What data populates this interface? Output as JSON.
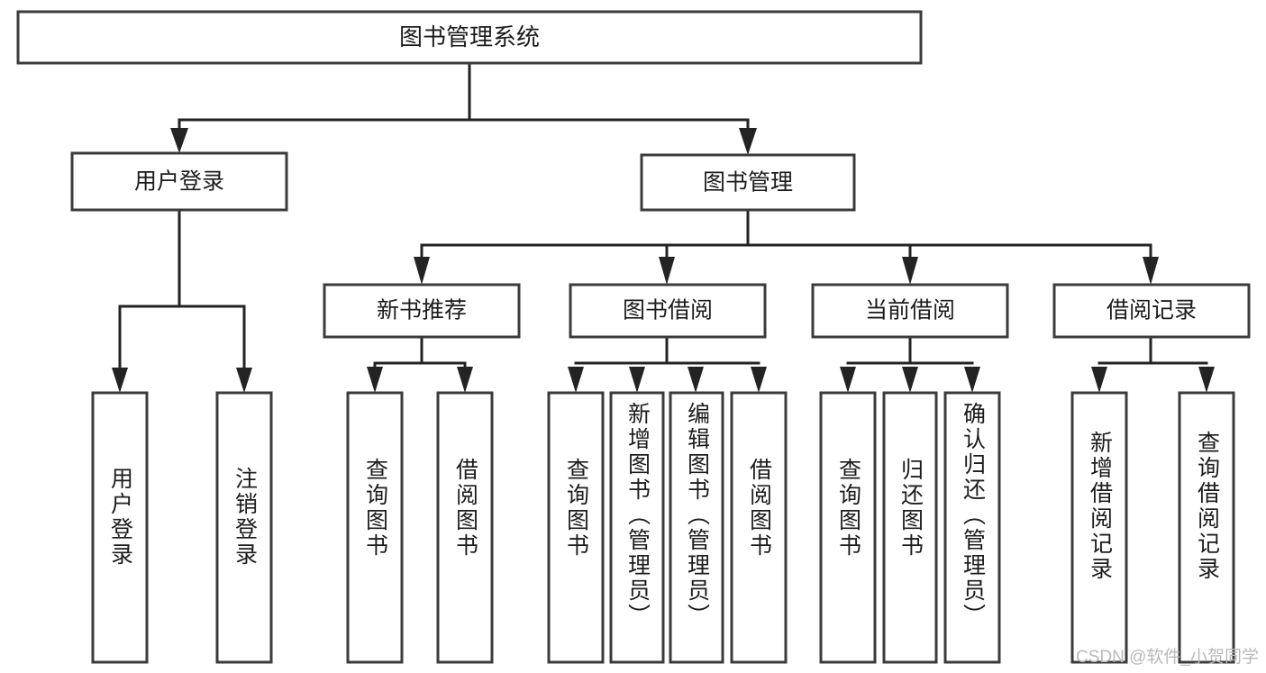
{
  "diagram": {
    "type": "tree",
    "title": "图书管理系统",
    "watermark": "CSDN @软件_小贺同学",
    "colors": {
      "box_stroke": "#3b3b3b",
      "connector": "#232323",
      "background": "#ffffff",
      "text": "#1c1c1c",
      "watermark": "#b9b9b9"
    },
    "root": {
      "label": "图书管理系统"
    },
    "level1": [
      {
        "label": "用户登录"
      },
      {
        "label": "图书管理"
      }
    ],
    "level2": [
      {
        "label": "新书推荐"
      },
      {
        "label": "图书借阅"
      },
      {
        "label": "当前借阅"
      },
      {
        "label": "借阅记录"
      }
    ],
    "leaves": {
      "user_login": [
        {
          "label": "用户登录"
        },
        {
          "label": "注销登录"
        }
      ],
      "new_book_recommend": [
        {
          "label": "查询图书"
        },
        {
          "label": "借阅图书"
        }
      ],
      "book_borrow": [
        {
          "label": "查询图书"
        },
        {
          "label": "新增图书（管理员）"
        },
        {
          "label": "编辑图书（管理员）"
        },
        {
          "label": "借阅图书"
        }
      ],
      "current_borrow": [
        {
          "label": "查询图书"
        },
        {
          "label": "归还图书"
        },
        {
          "label": "确认归还（管理员）"
        }
      ],
      "borrow_record": [
        {
          "label": "新增借阅记录"
        },
        {
          "label": "查询借阅记录"
        }
      ]
    }
  }
}
